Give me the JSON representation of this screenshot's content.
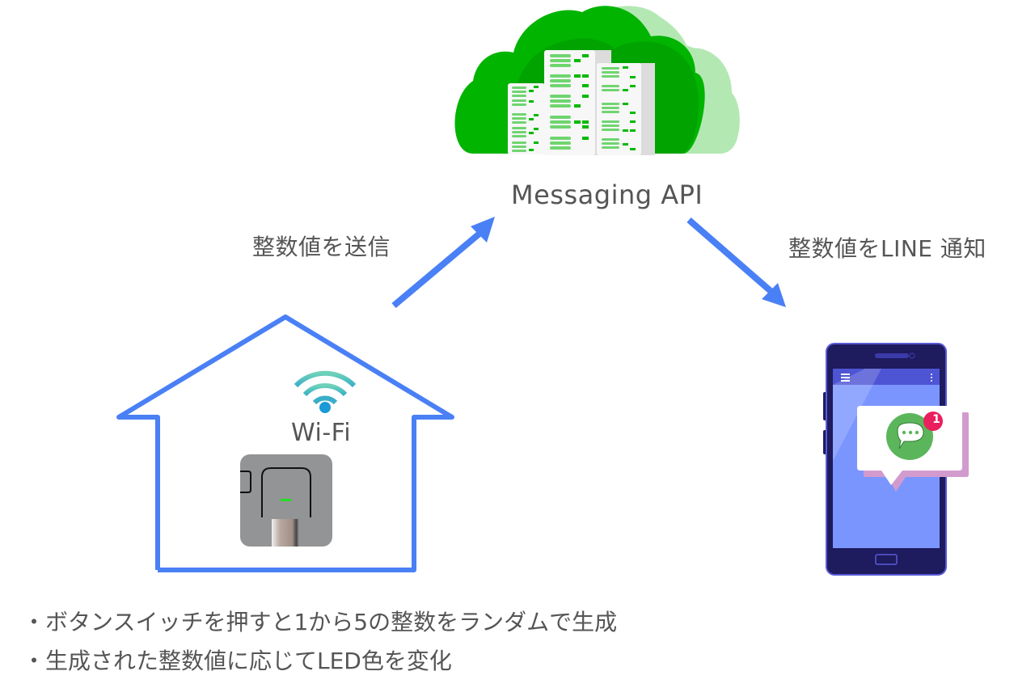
{
  "diagram": {
    "cloud": {
      "label": "Messaging API",
      "colors": {
        "dark": "#01a501",
        "mid": "#00b900",
        "light": "#b0e8b0",
        "server_bar": "#6fd56f",
        "server_led": "#00b900",
        "server_panel": "#f5f5f5",
        "server_shadow": "#dcdcdc"
      }
    },
    "edges": [
      {
        "id": "send",
        "label": "整数値を送信",
        "from": "device",
        "to": "cloud"
      },
      {
        "id": "notify",
        "label": "整数値をLINE 通知",
        "from": "cloud",
        "to": "phone"
      }
    ],
    "house": {
      "wifi_label": "Wi-Fi",
      "colors": {
        "outline": "#4a80f5",
        "wifi_arc": "#5cc5b8",
        "wifi_dot": "#1a9ad6",
        "device_body": "#939496",
        "led": "#22e022"
      }
    },
    "phone": {
      "notification_badge": "1",
      "colors": {
        "frame": "#1e1b5e",
        "screen": "#7b95ff",
        "appbar": "#4d55d4",
        "bubble": "#ffffff",
        "bubble_shadow": "#d39bcd",
        "chat_icon": "#5bb65b",
        "badge": "#ea1f5e"
      }
    },
    "notes": [
      "・ボタンスイッチを押すと1から5の整数をランダムで生成",
      "・生成された整数値に応じてLED色を変化"
    ],
    "arrow_color": "#4a80f5"
  }
}
